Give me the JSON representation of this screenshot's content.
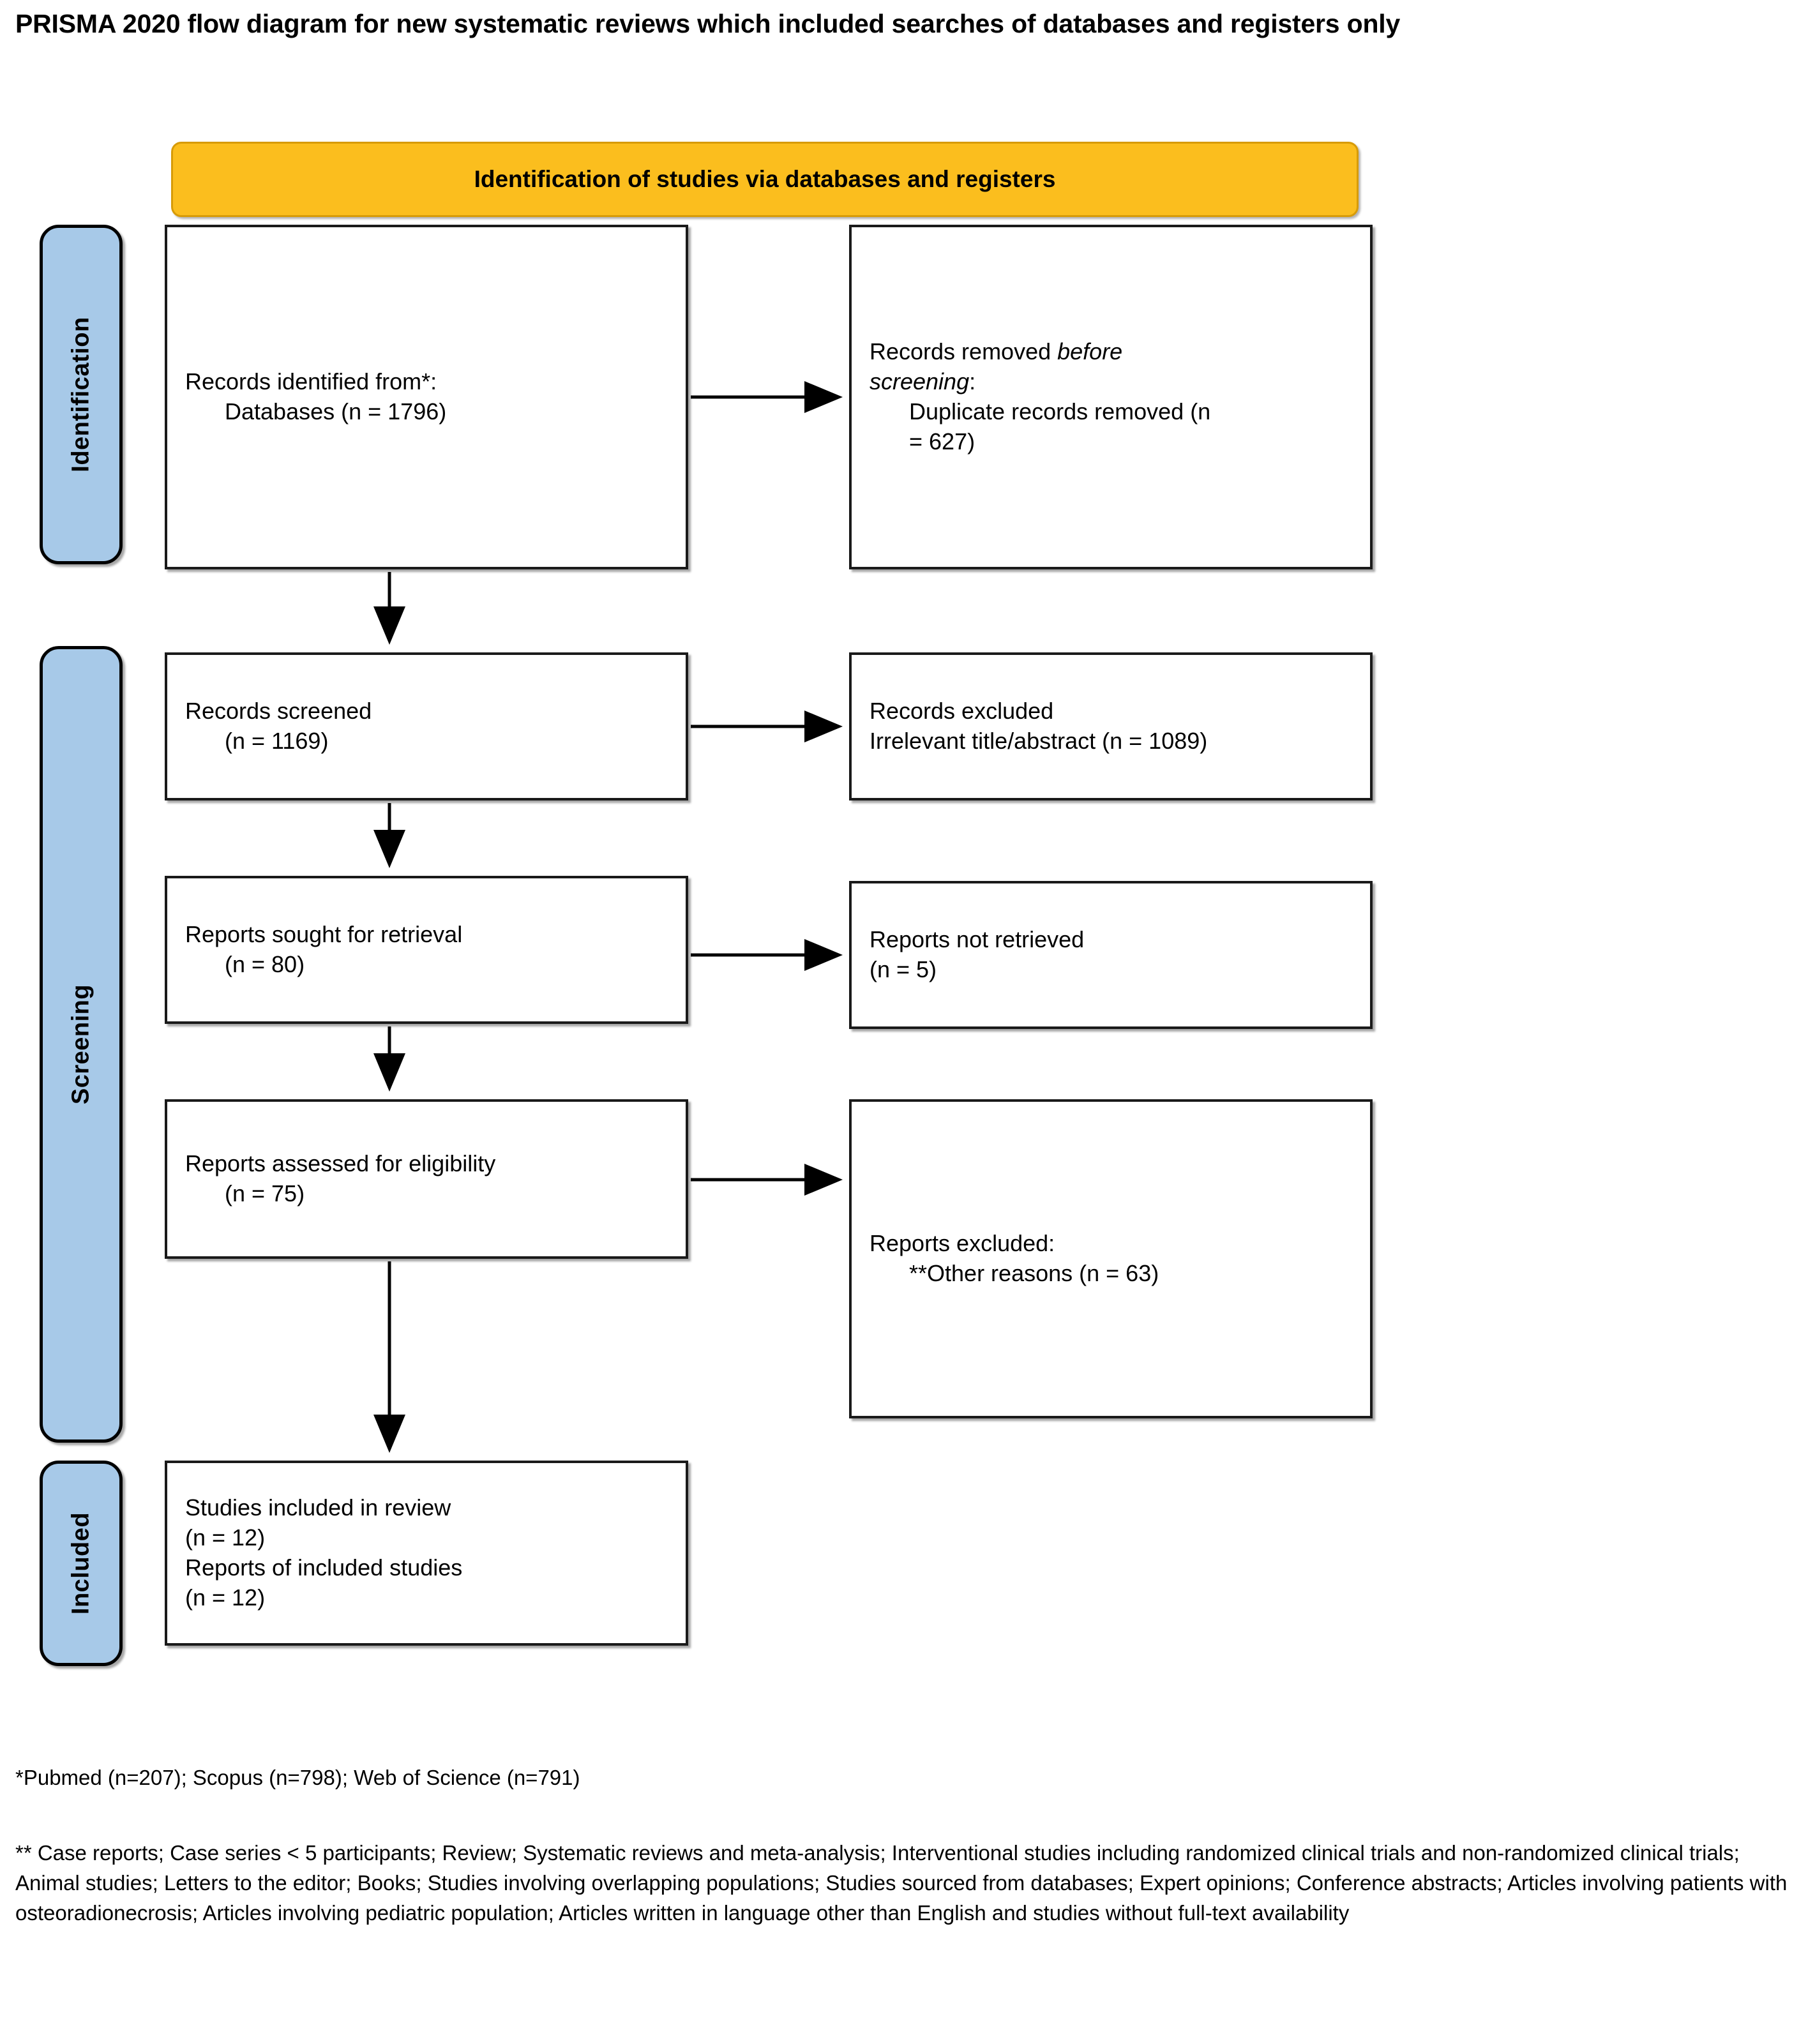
{
  "page": {
    "title": "PRISMA 2020 flow diagram for new systematic reviews which included searches of databases and registers only"
  },
  "colors": {
    "banner_fill": "#FBBE1E",
    "banner_border": "#D79B08",
    "tab_fill": "#A7C9E8",
    "box_border": "#1A1A1A",
    "page_background": "#FFFFFF",
    "text": "#000000"
  },
  "banner": {
    "label": "Identification of studies via databases and registers"
  },
  "tabs": [
    {
      "key": "identification",
      "label": "Identification"
    },
    {
      "key": "screening",
      "label": "Screening"
    },
    {
      "key": "included",
      "label": "Included"
    }
  ],
  "boxes": {
    "identified": {
      "line1": "Records identified from*:",
      "line2": "Databases (n = 1796)"
    },
    "removed": {
      "line1_a": "Records removed ",
      "line1_em": "before",
      "line2_em": "screening",
      "line2_b": ":",
      "line3": "Duplicate records removed (n",
      "line4": "= 627)"
    },
    "screened": {
      "line1": "Records screened",
      "line2": "(n = 1169)"
    },
    "excluded_records": {
      "line1": "Records excluded",
      "line2": "Irrelevant title/abstract (n = 1089)"
    },
    "sought": {
      "line1": "Reports sought for retrieval",
      "line2": "(n = 80)"
    },
    "not_retrieved": {
      "line1": "Reports not retrieved",
      "line2": "(n = 5)"
    },
    "assessed": {
      "line1": "Reports assessed for eligibility",
      "line2": "(n = 75)"
    },
    "excluded_reports": {
      "line1": "Reports excluded:",
      "line2": "**Other reasons (n = 63)"
    },
    "included": {
      "line1": "Studies included in review",
      "line2": "(n = 12)",
      "line3": "Reports of included studies",
      "line4": "(n = 12)"
    }
  },
  "footnotes": {
    "one": "*Pubmed (n=207); Scopus (n=798); Web of Science (n=791)",
    "two": "** Case reports; Case series < 5 participants; Review; Systematic reviews and meta-analysis; Interventional studies including randomized clinical trials and non-randomized clinical trials; Animal studies; Letters to the editor; Books; Studies involving overlapping populations; Studies sourced from databases; Expert opinions; Conference abstracts; Articles involving patients with osteoradionecrosis; Articles involving pediatric population; Articles written in language other than English and studies without full-text availability"
  },
  "flow_data": {
    "type": "diagram",
    "records_identified_databases": 1796,
    "duplicate_records_removed": 627,
    "records_screened": 1169,
    "records_excluded_irrelevant": 1089,
    "reports_sought": 80,
    "reports_not_retrieved": 5,
    "reports_assessed": 75,
    "reports_excluded_other": 63,
    "studies_included": 12,
    "reports_of_included_studies": 12,
    "sources": [
      {
        "name": "Pubmed",
        "n": 207
      },
      {
        "name": "Scopus",
        "n": 798
      },
      {
        "name": "Web of Science",
        "n": 791
      }
    ]
  }
}
